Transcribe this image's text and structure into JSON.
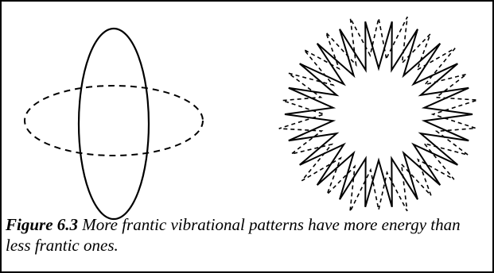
{
  "figure": {
    "label": "Figure 6.3",
    "caption_text": "More frantic vibrational patterns have more energy than less frantic ones.",
    "left_diagram": {
      "description_name": "two orthogonal ellipses",
      "solid_curve": "vertical ellipse",
      "dashed_curve": "horizontal ellipse"
    },
    "right_diagram": {
      "description_name": "star-shaped ring",
      "solid_spikes": 22,
      "dashed_spikes": 22
    }
  },
  "colors": {
    "stroke": "#000000",
    "background": "#ffffff",
    "border": "#000000"
  }
}
